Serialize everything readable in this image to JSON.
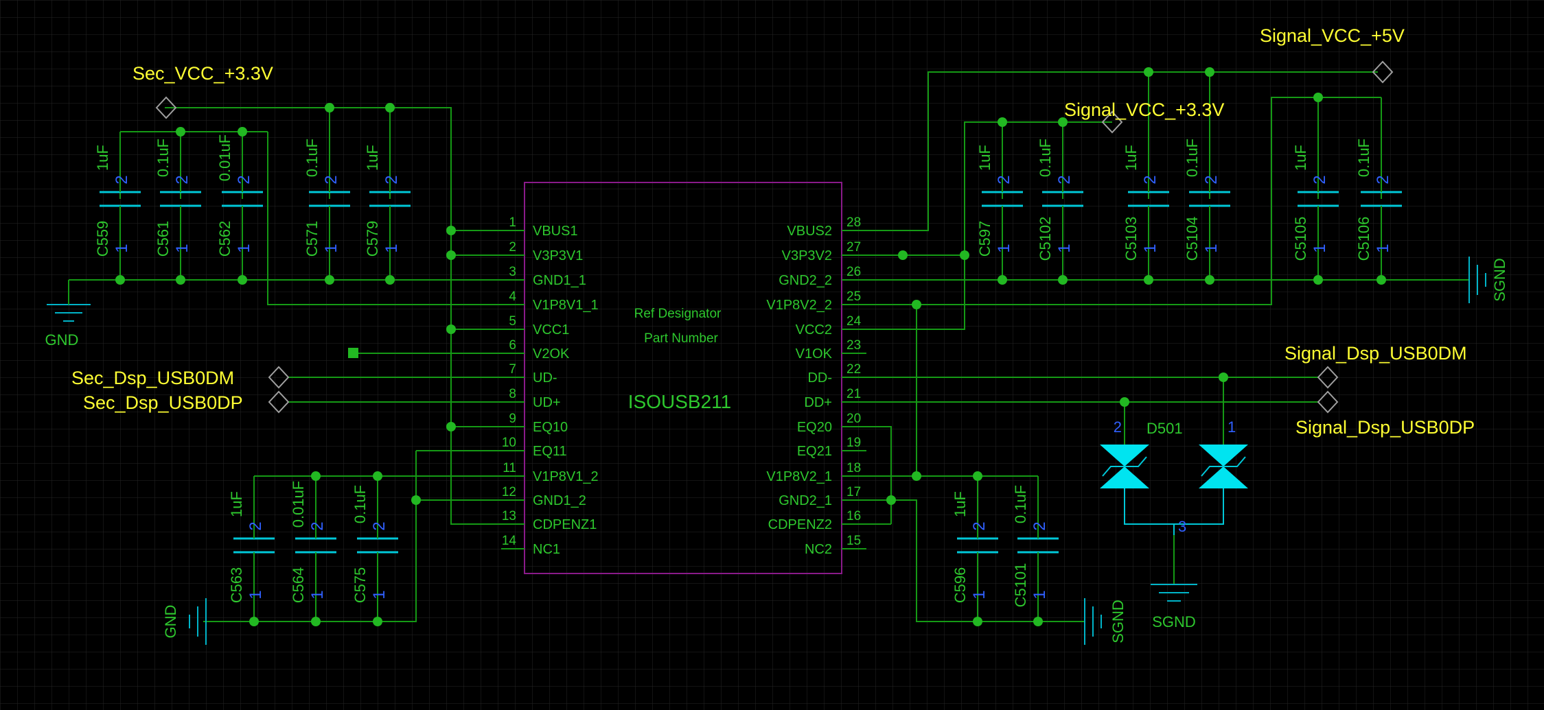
{
  "colors": {
    "background": "#000000",
    "grid": "#2a2a2a",
    "wire": "#159a15",
    "component_outline": "#8a1a8a",
    "text": "#2ec82e",
    "net_label": "#ffff33",
    "capacitor_plate": "#00c8d8",
    "pin_number": "#3060ff"
  },
  "ic": {
    "name": "ISOUSB211",
    "ref_designator": "Ref Designator",
    "part_number": "Part Number",
    "left_pins": [
      {
        "num": "1",
        "name": "VBUS1"
      },
      {
        "num": "2",
        "name": "V3P3V1"
      },
      {
        "num": "3",
        "name": "GND1_1"
      },
      {
        "num": "4",
        "name": "V1P8V1_1"
      },
      {
        "num": "5",
        "name": "VCC1"
      },
      {
        "num": "6",
        "name": "V2OK"
      },
      {
        "num": "7",
        "name": "UD-"
      },
      {
        "num": "8",
        "name": "UD+"
      },
      {
        "num": "9",
        "name": "EQ10"
      },
      {
        "num": "10",
        "name": "EQ11"
      },
      {
        "num": "11",
        "name": "V1P8V1_2"
      },
      {
        "num": "12",
        "name": "GND1_2"
      },
      {
        "num": "13",
        "name": "CDPENZ1"
      },
      {
        "num": "14",
        "name": "NC1"
      }
    ],
    "right_pins": [
      {
        "num": "28",
        "name": "VBUS2"
      },
      {
        "num": "27",
        "name": "V3P3V2"
      },
      {
        "num": "26",
        "name": "GND2_2"
      },
      {
        "num": "25",
        "name": "V1P8V2_2"
      },
      {
        "num": "24",
        "name": "VCC2"
      },
      {
        "num": "23",
        "name": "V1OK"
      },
      {
        "num": "22",
        "name": "DD-"
      },
      {
        "num": "21",
        "name": "DD+"
      },
      {
        "num": "20",
        "name": "EQ20"
      },
      {
        "num": "19",
        "name": "EQ21"
      },
      {
        "num": "18",
        "name": "V1P8V2_1"
      },
      {
        "num": "17",
        "name": "GND2_1"
      },
      {
        "num": "16",
        "name": "CDPENZ2"
      },
      {
        "num": "15",
        "name": "NC2"
      }
    ]
  },
  "nets": {
    "sec_vcc": "Sec_VCC_+3.3V",
    "signal_vcc_5v": "Signal_VCC_+5V",
    "signal_vcc_33v": "Signal_VCC_+3.3V",
    "sec_usb_dm": "Sec_Dsp_USB0DM",
    "sec_usb_dp": "Sec_Dsp_USB0DP",
    "sig_usb_dm": "Signal_Dsp_USB0DM",
    "sig_usb_dp": "Signal_Dsp_USB0DP"
  },
  "grounds": {
    "gnd_left": "GND",
    "gnd_bottom_left": "GND",
    "sgnd_right": "SGND",
    "sgnd_bottom_mid": "SGND",
    "sgnd_diode": "SGND"
  },
  "capacitors_top_left": [
    {
      "ref": "C559",
      "value": "1uF"
    },
    {
      "ref": "C561",
      "value": "0.1uF"
    },
    {
      "ref": "C562",
      "value": "0.01uF"
    },
    {
      "ref": "C571",
      "value": "0.1uF"
    },
    {
      "ref": "C579",
      "value": "1uF"
    }
  ],
  "capacitors_bottom_left": [
    {
      "ref": "C563",
      "value": "1uF"
    },
    {
      "ref": "C564",
      "value": "0.01uF"
    },
    {
      "ref": "C575",
      "value": "0.1uF"
    }
  ],
  "capacitors_top_right": [
    {
      "ref": "C597",
      "value": "1uF"
    },
    {
      "ref": "C5102",
      "value": "0.1uF"
    },
    {
      "ref": "C5103",
      "value": "1uF"
    },
    {
      "ref": "C5104",
      "value": "0.1uF"
    },
    {
      "ref": "C5105",
      "value": "1uF"
    },
    {
      "ref": "C5106",
      "value": "0.1uF"
    }
  ],
  "capacitors_bottom_right": [
    {
      "ref": "C596",
      "value": "1uF"
    },
    {
      "ref": "C5101",
      "value": "0.1uF"
    }
  ],
  "diode": {
    "ref": "D501",
    "pin_a": "2",
    "pin_b": "1",
    "pin_common": "3"
  },
  "cap_pin_labels": {
    "top": "2",
    "bottom": "1"
  }
}
